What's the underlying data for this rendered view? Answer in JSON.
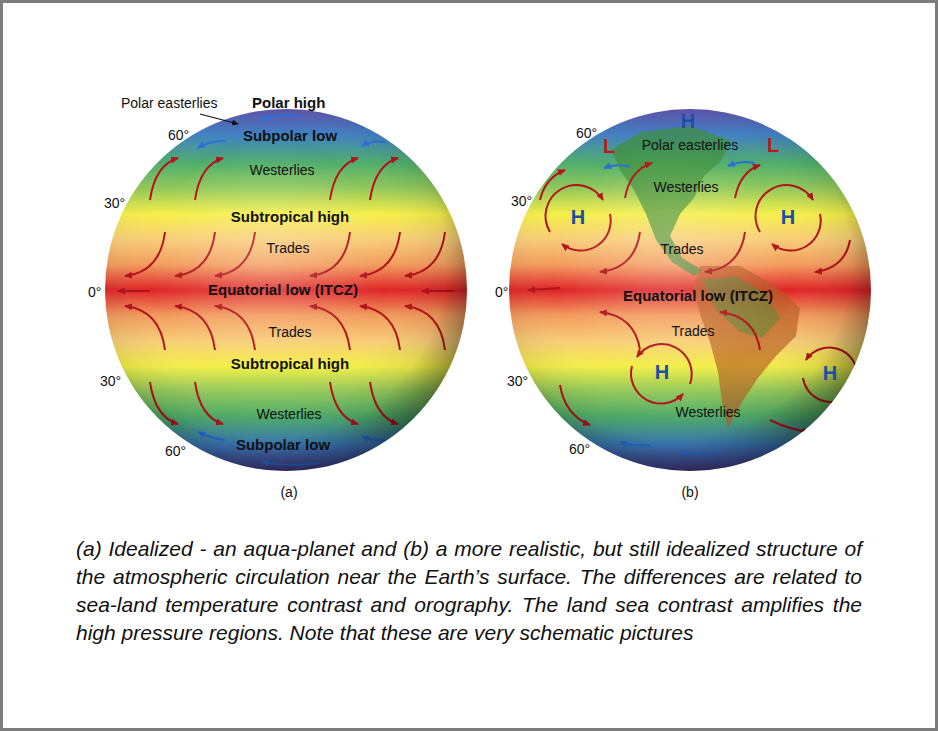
{
  "diagram": {
    "caption": "(a) Idealized - an aqua-planet and (b) a more realistic, but still idealized structure of the atmospheric circulation near the Earth’s surface. The differences are related to sea-land temperature contrast and orography. The land sea contrast amplifies the high pressure regions. Note that these are very schematic pictures",
    "labels": [
      "Polar easterlies",
      "Polar high",
      "60°",
      "Subpolar low",
      "Westerlies",
      "30°",
      "Subtropical high",
      "Trades",
      "0°",
      "Equatorial low (ITCZ)",
      "Trades",
      "Subtropical high",
      "30°",
      "Westerlies",
      "Subpolar low",
      "60°",
      "(a)",
      "60°",
      "H",
      "L",
      "Polar easterlies",
      "L",
      "Westerlies",
      "30°",
      "H",
      "H",
      "Trades",
      "0°",
      "Equatorial low (ITCZ)",
      "Trades",
      "30°",
      "H",
      "H",
      "Westerlies",
      "60°",
      "(b)"
    ]
  }
}
